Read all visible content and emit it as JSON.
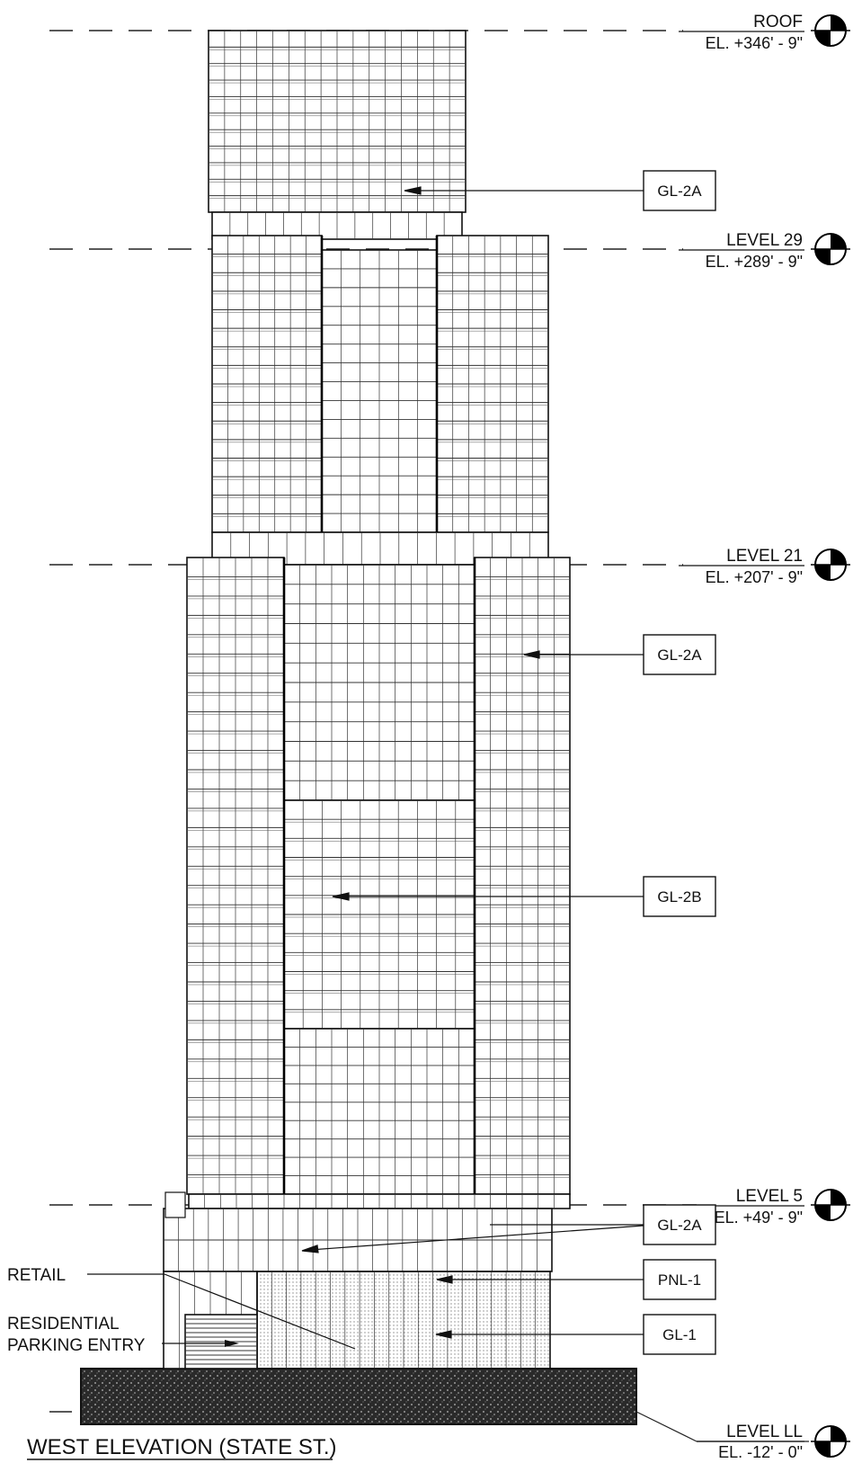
{
  "title": "WEST ELEVATION (STATE ST.)",
  "levels": [
    {
      "name": "ROOF",
      "elevation": "EL. +346' - 9\""
    },
    {
      "name": "LEVEL 29",
      "elevation": "EL. +289' - 9\""
    },
    {
      "name": "LEVEL 21",
      "elevation": "EL. +207' - 9\""
    },
    {
      "name": "LEVEL 5",
      "elevation": "EL. +49' - 9\""
    },
    {
      "name": "LEVEL LL",
      "elevation": "EL. -12' - 0\""
    }
  ],
  "material_tags": [
    "GL-2A",
    "GL-2A",
    "GL-2B",
    "GL-2A",
    "PNL-1",
    "GL-1"
  ],
  "callouts": {
    "retail": "RETAIL",
    "parking_line1": "RESIDENTIAL",
    "parking_line2": "PARKING ENTRY"
  }
}
